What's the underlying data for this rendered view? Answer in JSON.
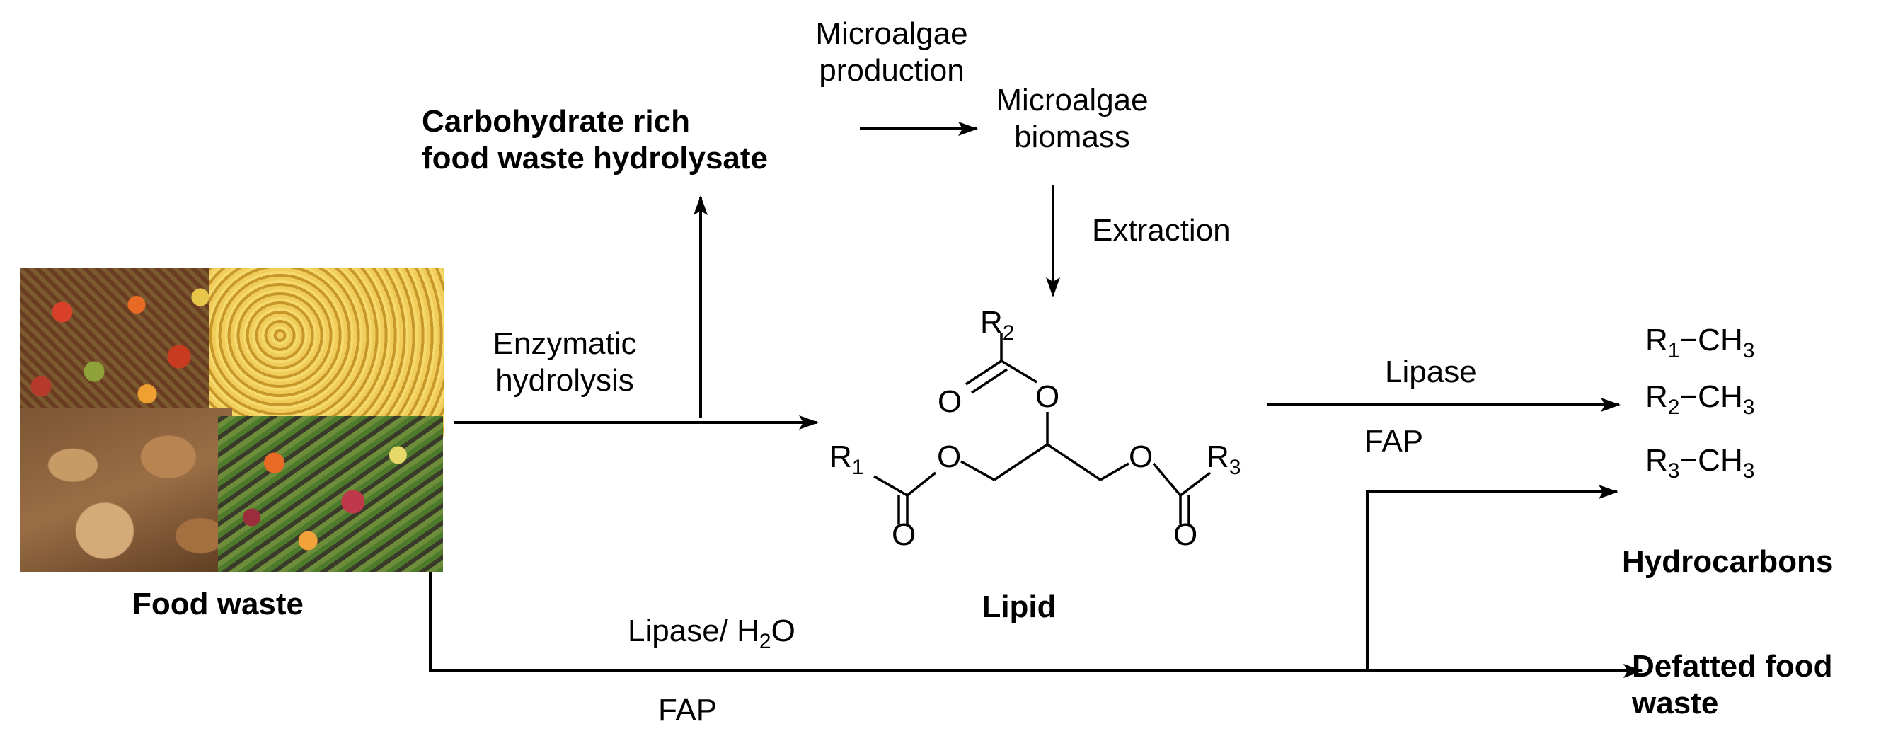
{
  "labels": {
    "microalgae_production": [
      "Microalgae",
      "production"
    ],
    "carbohydrate_hydrolysate": [
      "Carbohydrate rich",
      "food waste hydrolysate"
    ],
    "microalgae_biomass": [
      "Microalgae",
      "biomass"
    ],
    "extraction": "Extraction",
    "enzymatic_hydrolysis": [
      "Enzymatic",
      "hydrolysis"
    ],
    "food_waste": "Food waste",
    "lipid": "Lipid",
    "lipase": "Lipase",
    "fap_upper": "FAP",
    "lipase_h2o_main": "Lipase/ H",
    "lipase_h2o_sub": "2",
    "lipase_h2o_end": "O",
    "fap_lower": "FAP",
    "hydrocarbons": "Hydrocarbons",
    "defatted_food_waste": [
      "Defatted food",
      "waste"
    ]
  },
  "molecule": {
    "r1": "R",
    "r1_sub": "1",
    "r2": "R",
    "r2_sub": "2",
    "r3": "R",
    "r3_sub": "3",
    "oxygen": "O"
  },
  "products": [
    {
      "r": "R",
      "sub": "1",
      "rest": "−CH",
      "h_sub": "3"
    },
    {
      "r": "R",
      "sub": "2",
      "rest": "−CH",
      "h_sub": "3"
    },
    {
      "r": "R",
      "sub": "3",
      "rest": "−CH",
      "h_sub": "3"
    }
  ],
  "photo_colors": {
    "vegetables": "#a8452c",
    "noodles": "#e3b24a",
    "bread": "#9a6e45",
    "mixed_waste": "#5e6d34"
  }
}
